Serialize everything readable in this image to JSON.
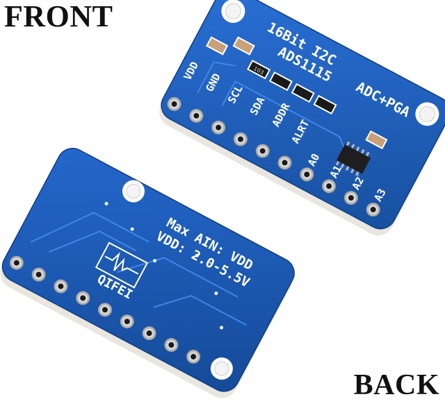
{
  "labels": {
    "front": "FRONT",
    "back": "BACK"
  },
  "front_board": {
    "title_line1": "16Bit I2C",
    "title_line2": "ADS1115",
    "title_line3": "ADC+PGA",
    "pins": [
      "VDD",
      "GND",
      "SCL",
      "SDA",
      "ADDR",
      "ALRT",
      "A0",
      "A1",
      "A2",
      "A3"
    ],
    "resistor_code": "103"
  },
  "back_board": {
    "line1": "Max AIN: VDD",
    "line2": "VDD: 2.0-5.5V",
    "logo": "QIFEI"
  },
  "colors": {
    "pcb": "#1f5fbf",
    "pcb_dark": "#123f8a",
    "silk": "#ffffff",
    "gold": "#d9b24a"
  }
}
